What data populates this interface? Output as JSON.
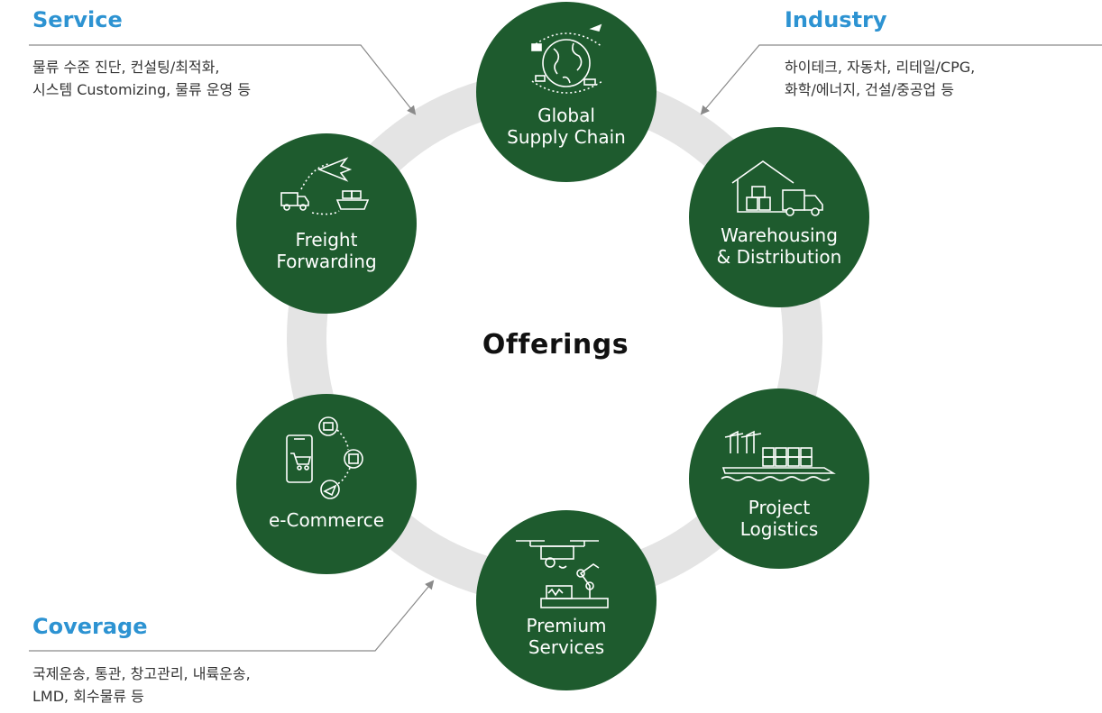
{
  "diagram": {
    "center_title": "Offerings",
    "nodes": [
      {
        "id": "global-supply-chain",
        "lines": [
          "Global",
          "Supply Chain"
        ],
        "icon": "globe-network-icon"
      },
      {
        "id": "warehousing-distribution",
        "lines": [
          "Warehousing",
          "& Distribution"
        ],
        "icon": "warehouse-truck-icon"
      },
      {
        "id": "project-logistics",
        "lines": [
          "Project",
          "Logistics"
        ],
        "icon": "container-ship-crane-icon"
      },
      {
        "id": "premium-services",
        "lines": [
          "Premium",
          "Services"
        ],
        "icon": "drone-robot-arm-icon"
      },
      {
        "id": "e-commerce",
        "lines": [
          "e-Commerce"
        ],
        "icon": "phone-cart-icon"
      },
      {
        "id": "freight-forwarding",
        "lines": [
          "Freight",
          "Forwarding"
        ],
        "icon": "truck-plane-ship-icon"
      }
    ],
    "colors": {
      "node_fill": "#1e5b2e",
      "ring": "#e4e4e4",
      "heading": "#2d93d2",
      "callout_line": "#8a8a8a"
    }
  },
  "callouts": {
    "service": {
      "heading": "Service",
      "lines": [
        "물류 수준 진단, 컨설팅/최적화,",
        "시스템 Customizing, 물류 운영 등"
      ]
    },
    "industry": {
      "heading": "Industry",
      "lines": [
        "하이테크, 자동차, 리테일/CPG,",
        "화학/에너지, 건설/중공업 등"
      ]
    },
    "coverage": {
      "heading": "Coverage",
      "lines": [
        "국제운송, 통관, 창고관리, 내륙운송,",
        "LMD, 회수물류 등"
      ]
    }
  }
}
